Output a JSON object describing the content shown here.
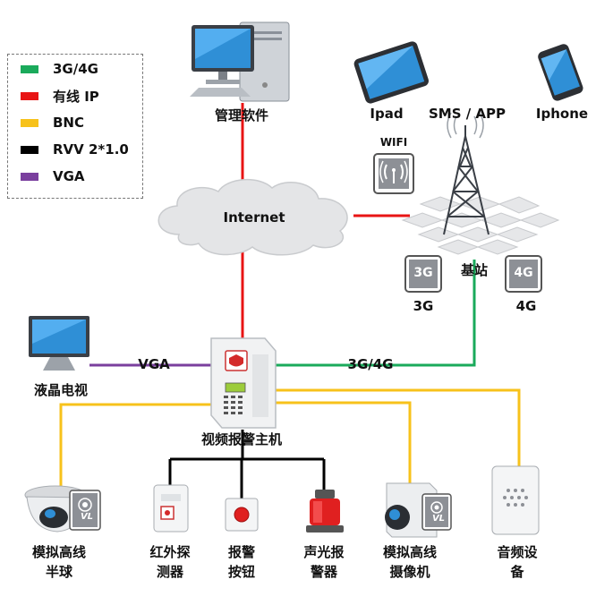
{
  "colors": {
    "mobile": "#1aaa5b",
    "wired_ip": "#e81414",
    "bnc": "#f7c21b",
    "rvv": "#000000",
    "vga": "#7a3f9e"
  },
  "legend": [
    {
      "label": "3G/4G",
      "color": "#1aaa5b"
    },
    {
      "label": "有线 IP",
      "color": "#e81414"
    },
    {
      "label": "BNC",
      "color": "#f7c21b"
    },
    {
      "label": "RVV 2*1.0",
      "color": "#000000"
    },
    {
      "label": "VGA",
      "color": "#7a3f9e"
    }
  ],
  "nodes": {
    "management": "管理软件",
    "ipad": "Ipad",
    "sms_app": "SMS / APP",
    "iphone": "Iphone",
    "wifi": "WIFI",
    "internet": "Internet",
    "base_station": "基站",
    "badge_3g": "3G",
    "badge_4g": "4G",
    "label_3g": "3G",
    "label_4g": "4G",
    "tv": "液晶电视",
    "host": "视频报警主机",
    "dome": "模拟高线\n半球",
    "pir": "红外探\n测器",
    "alarm_button": "报警\n按钮",
    "siren": "声光报\n警器",
    "camera": "模拟高线\n摄像机",
    "audio": "音频设\n备",
    "badge_vl": "VL"
  },
  "links": {
    "vga": "VGA",
    "mobile": "3G/4G"
  }
}
